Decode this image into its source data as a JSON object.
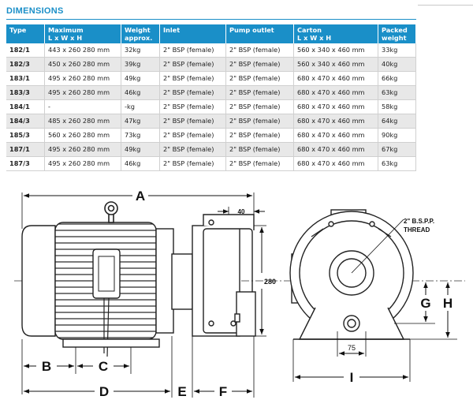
{
  "section": {
    "title": "DIMENSIONS"
  },
  "table": {
    "columns": [
      {
        "line1": "Type",
        "line2": ""
      },
      {
        "line1": "Maximum",
        "line2": "L x W x H"
      },
      {
        "line1": "Weight",
        "line2": "approx."
      },
      {
        "line1": "Inlet",
        "line2": ""
      },
      {
        "line1": "Pump outlet",
        "line2": ""
      },
      {
        "line1": "Carton",
        "line2": "L x W x H"
      },
      {
        "line1": "Packed",
        "line2": "weight"
      }
    ],
    "rows": [
      [
        "182/1",
        "443 x 260 280 mm",
        "32kg",
        "2\" BSP (female)",
        "2\" BSP (female)",
        "560 x 340 x 460 mm",
        "33kg"
      ],
      [
        "182/3",
        "450 x 260 280 mm",
        "39kg",
        "2\" BSP (female)",
        "2\" BSP (female)",
        "560 x 340 x 460 mm",
        "40kg"
      ],
      [
        "183/1",
        "495 x 260 280 mm",
        "49kg",
        "2\" BSP (female)",
        "2\" BSP (female)",
        "680 x 470 x 460 mm",
        "66kg"
      ],
      [
        "183/3",
        "495 x 260 280 mm",
        "46kg",
        "2\" BSP (female)",
        "2\" BSP (female)",
        "680 x 470 x 460 mm",
        "63kg"
      ],
      [
        "184/1",
        "-",
        "-kg",
        "2\" BSP (female)",
        "2\" BSP  (female)",
        "680 x 470 x 460 mm",
        "58kg"
      ],
      [
        "184/3",
        "485 x 260 280 mm",
        "47kg",
        "2\" BSP (female)",
        "2\" BSP (female)",
        "680 x 470 x 460 mm",
        "64kg"
      ],
      [
        "185/3",
        "560 x 260 280 mm",
        "73kg",
        "2\" BSP (female)",
        "2\" BSP (female)",
        "680 x 470 x 460 mm",
        "90kg"
      ],
      [
        "187/1",
        "495 x 260 280 mm",
        "49kg",
        "2\" BSP (female)",
        "2\" BSP (female)",
        "680 x 470 x 460 mm",
        "67kg"
      ],
      [
        "187/3",
        "495 x 260 280 mm",
        "46kg",
        "2\" BSP (female)",
        "2\" BSP (female)",
        "680 x 470 x 460 mm",
        "63kg"
      ]
    ]
  },
  "drawing": {
    "labels": {
      "a": "A",
      "b": "B",
      "c": "C",
      "d": "D",
      "e": "E",
      "f": "F",
      "g": "G",
      "h": "H",
      "i": "I",
      "dim_40": "40",
      "dim_280": "280",
      "dim_75": "75",
      "thread_line1": "2\" B.S.P.P.",
      "thread_line2": "THREAD"
    }
  }
}
